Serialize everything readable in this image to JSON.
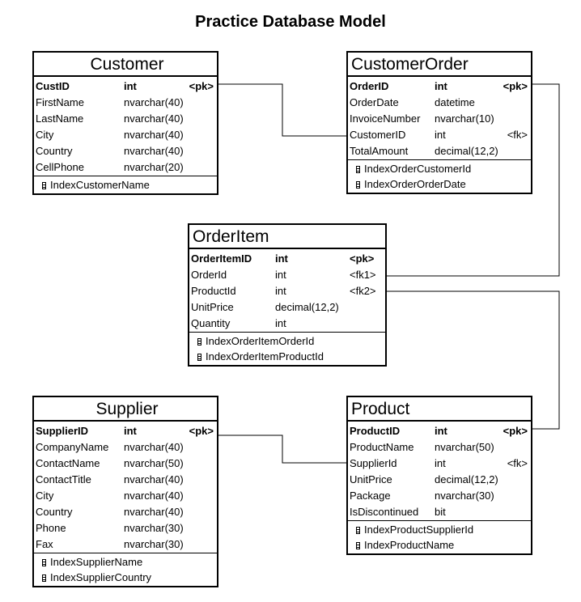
{
  "title": "Practice Database Model",
  "entities": [
    {
      "id": "customer",
      "name": "Customer",
      "title_align": "center",
      "fields": [
        {
          "name": "CustID",
          "type": "int",
          "key": "<pk>",
          "pk": true
        },
        {
          "name": "FirstName",
          "type": "nvarchar(40)",
          "key": ""
        },
        {
          "name": "LastName",
          "type": "nvarchar(40)",
          "key": ""
        },
        {
          "name": "City",
          "type": "nvarchar(40)",
          "key": ""
        },
        {
          "name": "Country",
          "type": "nvarchar(40)",
          "key": ""
        },
        {
          "name": "CellPhone",
          "type": "nvarchar(20)",
          "key": ""
        }
      ],
      "indexes": [
        "IndexCustomerName"
      ]
    },
    {
      "id": "customerorder",
      "name": "CustomerOrder",
      "title_align": "left",
      "fields": [
        {
          "name": "OrderID",
          "type": "int",
          "key": "<pk>",
          "pk": true
        },
        {
          "name": "OrderDate",
          "type": "datetime",
          "key": ""
        },
        {
          "name": "InvoiceNumber",
          "type": "nvarchar(10)",
          "key": ""
        },
        {
          "name": "CustomerID",
          "type": "int",
          "key": "<fk>"
        },
        {
          "name": "TotalAmount",
          "type": "decimal(12,2)",
          "key": ""
        }
      ],
      "indexes": [
        "IndexOrderCustomerId",
        "IndexOrderOrderDate"
      ]
    },
    {
      "id": "orderitem",
      "name": "OrderItem",
      "title_align": "left",
      "fields": [
        {
          "name": "OrderItemID",
          "type": "int",
          "key": "<pk>",
          "pk": true
        },
        {
          "name": "OrderId",
          "type": "int",
          "key": "<fk1>"
        },
        {
          "name": "ProductId",
          "type": "int",
          "key": "<fk2>"
        },
        {
          "name": "UnitPrice",
          "type": "decimal(12,2)",
          "key": ""
        },
        {
          "name": "Quantity",
          "type": "int",
          "key": ""
        }
      ],
      "indexes": [
        "IndexOrderItemOrderId",
        "IndexOrderItemProductId"
      ]
    },
    {
      "id": "supplier",
      "name": "Supplier",
      "title_align": "center",
      "fields": [
        {
          "name": "SupplierID",
          "type": "int",
          "key": "<pk>",
          "pk": true
        },
        {
          "name": "CompanyName",
          "type": "nvarchar(40)",
          "key": ""
        },
        {
          "name": "ContactName",
          "type": "nvarchar(50)",
          "key": ""
        },
        {
          "name": "ContactTitle",
          "type": "nvarchar(40)",
          "key": ""
        },
        {
          "name": "City",
          "type": "nvarchar(40)",
          "key": ""
        },
        {
          "name": "Country",
          "type": "nvarchar(40)",
          "key": ""
        },
        {
          "name": "Phone",
          "type": "nvarchar(30)",
          "key": ""
        },
        {
          "name": "Fax",
          "type": "nvarchar(30)",
          "key": ""
        }
      ],
      "indexes": [
        "IndexSupplierName",
        "IndexSupplierCountry"
      ]
    },
    {
      "id": "product",
      "name": "Product",
      "title_align": "left",
      "fields": [
        {
          "name": "ProductID",
          "type": "int",
          "key": "<pk>",
          "pk": true
        },
        {
          "name": "ProductName",
          "type": "nvarchar(50)",
          "key": ""
        },
        {
          "name": "SupplierId",
          "type": "int",
          "key": "<fk>"
        },
        {
          "name": "UnitPrice",
          "type": "decimal(12,2)",
          "key": ""
        },
        {
          "name": "Package",
          "type": "nvarchar(30)",
          "key": ""
        },
        {
          "name": "IsDiscontinued",
          "type": "bit",
          "key": ""
        }
      ],
      "indexes": [
        "IndexProductSupplierId",
        "IndexProductName"
      ]
    }
  ],
  "relationships": [
    {
      "from": "customer.CustID",
      "to": "customerorder.CustomerID"
    },
    {
      "from": "customerorder.OrderID",
      "to": "orderitem.OrderId"
    },
    {
      "from": "product.ProductID",
      "to": "orderitem.ProductId"
    },
    {
      "from": "supplier.SupplierID",
      "to": "product.SupplierId"
    }
  ]
}
